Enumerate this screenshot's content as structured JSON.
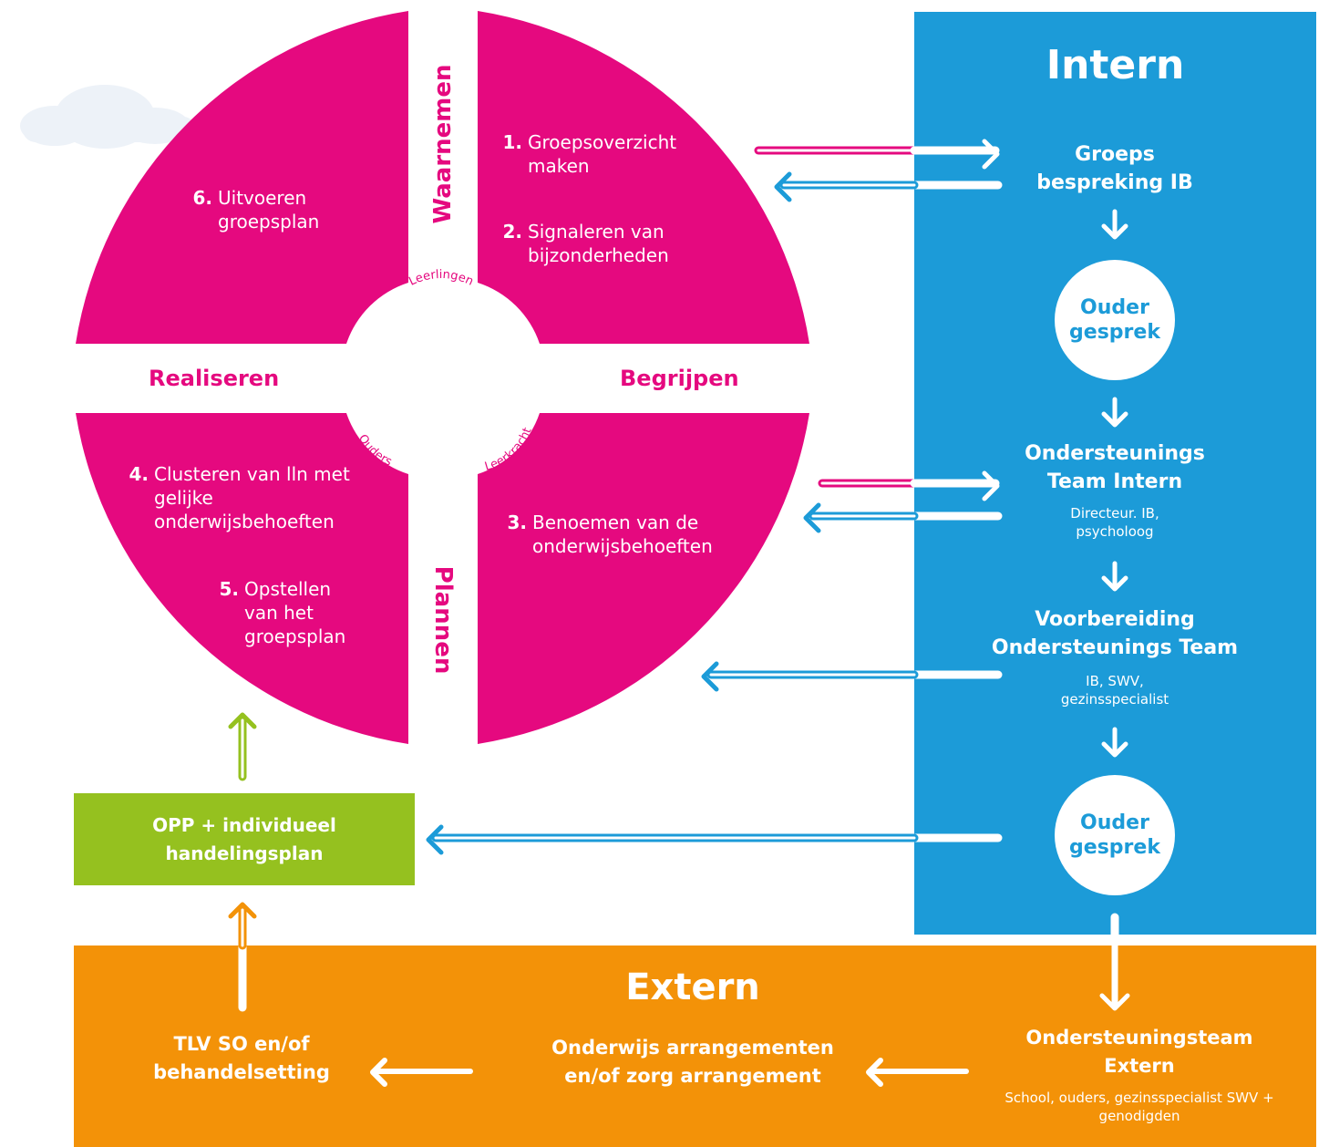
{
  "colors": {
    "magenta": "#e5097f",
    "blue": "#1c9bd8",
    "orange": "#f39208",
    "green": "#95c11f",
    "white": "#ffffff"
  },
  "cycle": {
    "phases": {
      "top": "Waarnemen",
      "right": "Begrijpen",
      "bottom": "Plannen",
      "left": "Realiseren"
    },
    "center_labels": [
      "Leerlingen",
      "Leerkracht",
      "Ouders"
    ],
    "quadrants": {
      "top_right": [
        {
          "num": "1.",
          "text": "Groepsoverzicht maken"
        },
        {
          "num": "2.",
          "text": "Signaleren van bijzonderheden"
        }
      ],
      "bottom_right": [
        {
          "num": "3.",
          "text": "Benoemen van de onderwijsbehoeften"
        }
      ],
      "bottom_left": [
        {
          "num": "4.",
          "text": "Clusteren van lln met gelijke onderwijsbehoeften"
        },
        {
          "num": "5.",
          "text": "Opstellen van het groepsplan"
        }
      ],
      "top_left": [
        {
          "num": "6.",
          "text": "Uitvoeren groepsplan"
        }
      ]
    }
  },
  "intern": {
    "title": "Intern",
    "steps": [
      {
        "title": "Groeps bespreking IB"
      },
      {
        "title": "Ouder gesprek",
        "circle": true
      },
      {
        "title": "Ondersteunings Team Intern",
        "sub": "Directeur. IB, psycholoog"
      },
      {
        "title": "Voorbereiding Ondersteunings Team",
        "sub": "IB, SWV, gezinsspecialist"
      },
      {
        "title": "Ouder gesprek",
        "circle": true
      }
    ]
  },
  "opp_box": {
    "label": "OPP + individueel handelingsplan"
  },
  "extern": {
    "title": "Extern",
    "steps": [
      {
        "title": "Ondersteuningsteam Extern",
        "sub": "School, ouders, gezinsspecialist SWV + genodigden"
      },
      {
        "title": "Onderwijs arrangementen en/of zorg arrangement"
      },
      {
        "title": "TLV SO en/of behandelsetting"
      }
    ]
  }
}
